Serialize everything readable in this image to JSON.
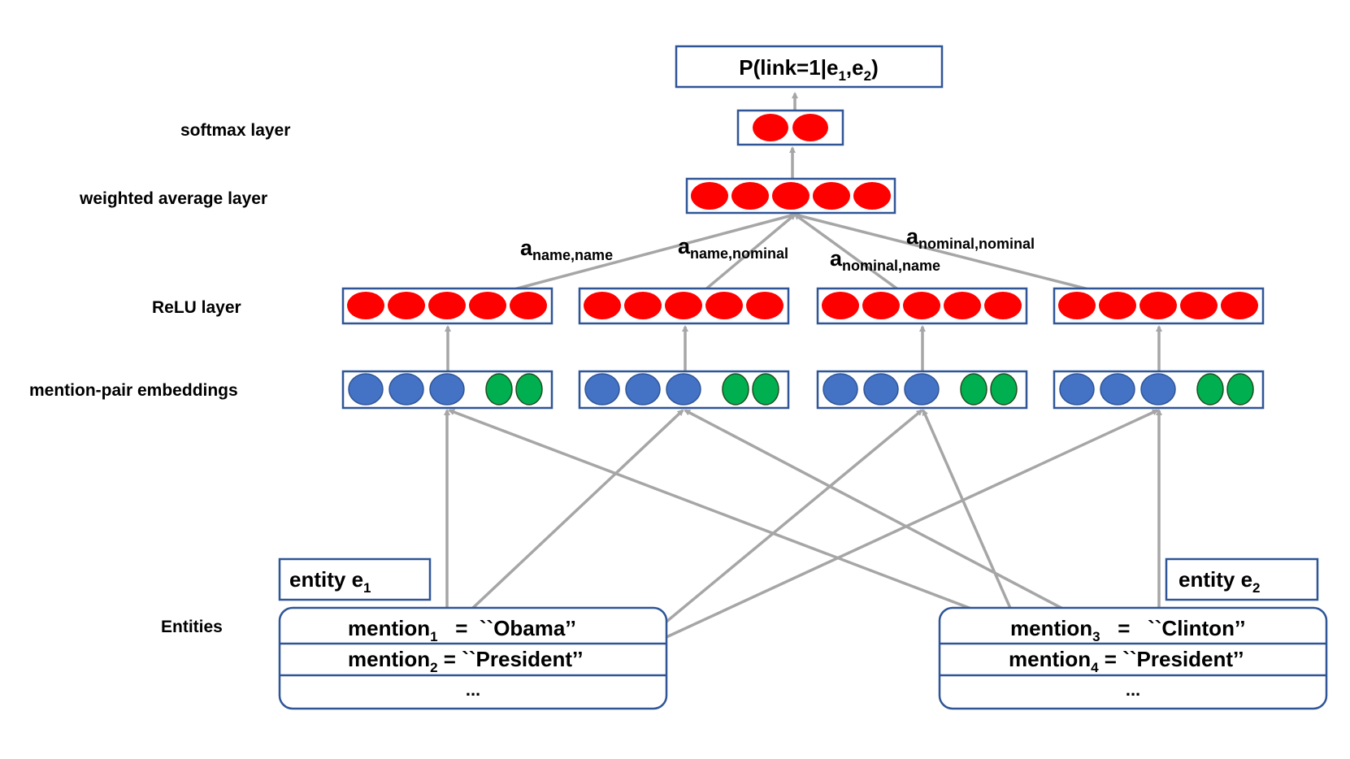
{
  "colors": {
    "box_border": "#2f5597",
    "relu_unit": "#ff0000",
    "mention_unit": "#4472c4",
    "extra_unit": "#00b050",
    "arrow": "#a6a6a6"
  },
  "layers": {
    "softmax": "softmax layer",
    "weighted_average": "weighted average layer",
    "relu": "ReLU layer",
    "embeddings": "mention-pair embeddings",
    "entities": "Entities"
  },
  "output": {
    "prefix": "P(link=1|e",
    "sub1": "1",
    "mid": ",e",
    "sub2": "2",
    "suffix": ")"
  },
  "weights": [
    {
      "base": "a",
      "sub": "name,name"
    },
    {
      "base": "a",
      "sub": "name,nominal"
    },
    {
      "base": "a",
      "sub": "nominal,name"
    },
    {
      "base": "a",
      "sub": "nominal,nominal"
    }
  ],
  "entities": [
    {
      "label": "entity e",
      "label_sub": "1",
      "rows": [
        {
          "base": "mention",
          "sub": "1",
          "rest": "   =  ``Obama’’"
        },
        {
          "base": "mention",
          "sub": "2",
          "rest": " = ``President’’"
        },
        {
          "text": "..."
        }
      ]
    },
    {
      "label": "entity e",
      "label_sub": "2",
      "rows": [
        {
          "base": "mention",
          "sub": "3",
          "rest": "   =   ``Clinton’’"
        },
        {
          "base": "mention",
          "sub": "4",
          "rest": " = ``President’’"
        },
        {
          "text": "..."
        }
      ]
    }
  ]
}
